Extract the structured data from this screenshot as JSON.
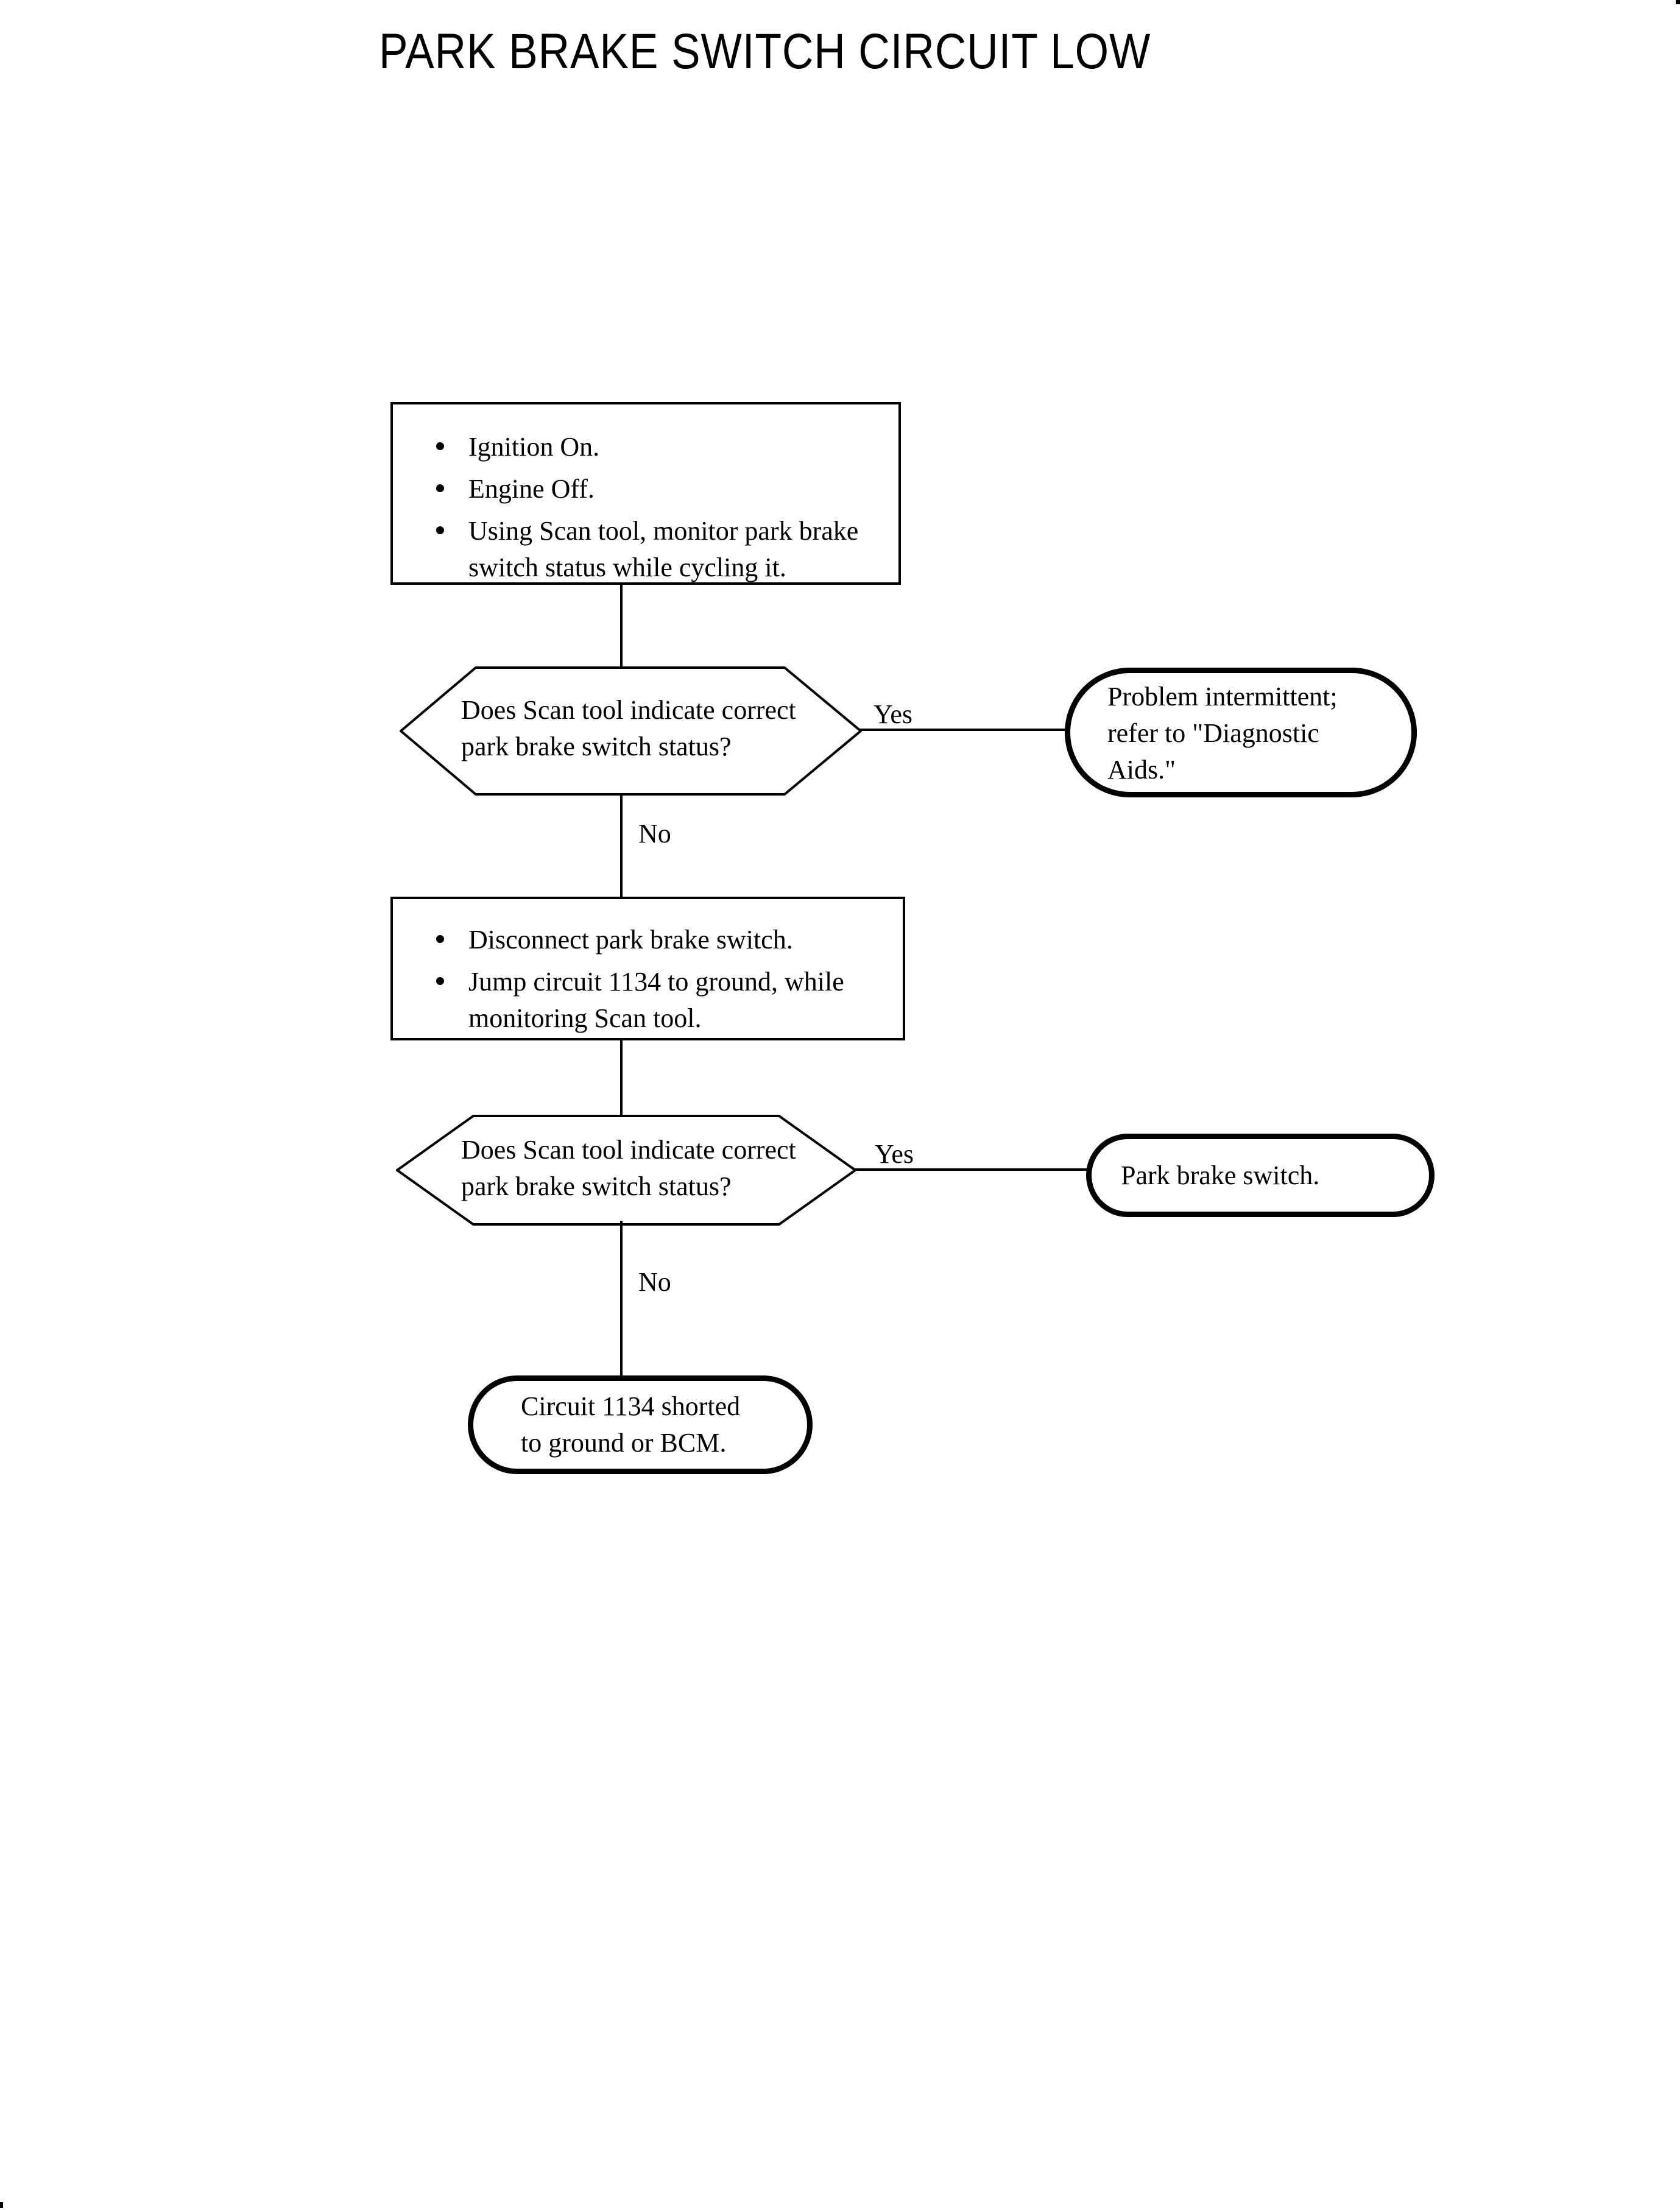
{
  "page": {
    "background_color": "#ffffff",
    "ink_color": "#000000"
  },
  "title": "PARK BRAKE SWITCH CIRCUIT LOW",
  "flowchart": {
    "step1": {
      "bullets": [
        "Ignition On.",
        "Engine Off.",
        "Using Scan tool, monitor park brake\nswitch status while cycling it."
      ]
    },
    "decision1": {
      "question": "Does Scan tool indicate correct\npark brake switch status?",
      "yes_label": "Yes",
      "no_label": "No"
    },
    "terminal_intermittent": {
      "text": "Problem intermittent;\nrefer to \"Diagnostic\nAids.\""
    },
    "step2": {
      "bullets": [
        "Disconnect park brake switch.",
        "Jump circuit 1134 to ground, while\nmonitoring Scan tool."
      ]
    },
    "decision2": {
      "question": "Does Scan tool indicate correct\npark brake switch status?",
      "yes_label": "Yes",
      "no_label": "No"
    },
    "terminal_park_brake": {
      "text": "Park brake switch."
    },
    "terminal_circuit_shorted": {
      "text": "Circuit 1134 shorted\nto ground or BCM."
    }
  }
}
